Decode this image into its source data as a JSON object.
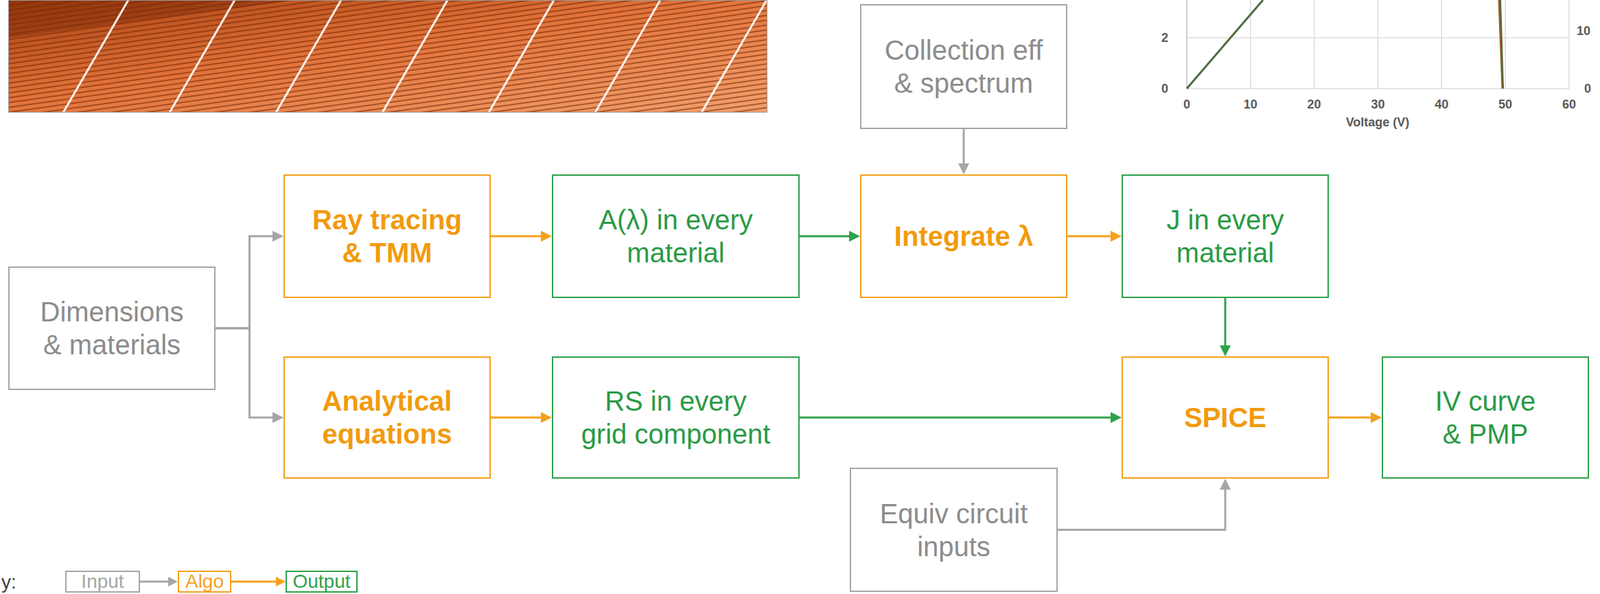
{
  "diagram": {
    "nodes": [
      {
        "text": [
          "Dimensions & materials"
        ]
      },
      {
        "text": [
          "Ray tracing & TMM"
        ]
      },
      {
        "text": [
          "A(λ) in every material"
        ]
      },
      {
        "text": [
          "Collection eff & spectrum"
        ]
      },
      {
        "text": [
          "Integrate λ"
        ]
      },
      {
        "text": [
          "J in every material"
        ]
      },
      {
        "text": [
          "Analytical equations"
        ]
      },
      {
        "text": [
          "RS in every grid component"
        ]
      },
      {
        "text": [
          "SPICE"
        ]
      },
      {
        "text": [
          "IV curve & PMP"
        ]
      },
      {
        "text": [
          "Equiv circuit inputs"
        ]
      }
    ],
    "edges": [
      {
        "from": 0,
        "to": 1,
        "arrow": "to"
      },
      {
        "from": 0,
        "to": 6,
        "arrow": "to"
      },
      {
        "from": 1,
        "to": 2,
        "arrow": "to"
      },
      {
        "from": 2,
        "to": 4,
        "arrow": "to"
      },
      {
        "from": 3,
        "to": 4,
        "arrow": "to"
      },
      {
        "from": 4,
        "to": 5,
        "arrow": "to"
      },
      {
        "from": 5,
        "to": 8,
        "arrow": "to"
      },
      {
        "from": 6,
        "to": 7,
        "arrow": "to"
      },
      {
        "from": 7,
        "to": 8,
        "arrow": "to"
      },
      {
        "from": 10,
        "to": 8,
        "arrow": "to"
      },
      {
        "from": 8,
        "to": 9,
        "arrow": "to"
      }
    ],
    "labels": [
      "2",
      "0",
      "10",
      "0",
      "0",
      "10",
      "20",
      "30",
      "40",
      "50",
      "60",
      "Voltage (V)",
      "y:"
    ],
    "legend": [
      {
        "text": "Input",
        "color": "#a6a6a6"
      },
      {
        "text": "Algo",
        "color": "#f5a11c"
      },
      {
        "text": "Output",
        "color": "#2ea24a"
      }
    ]
  }
}
